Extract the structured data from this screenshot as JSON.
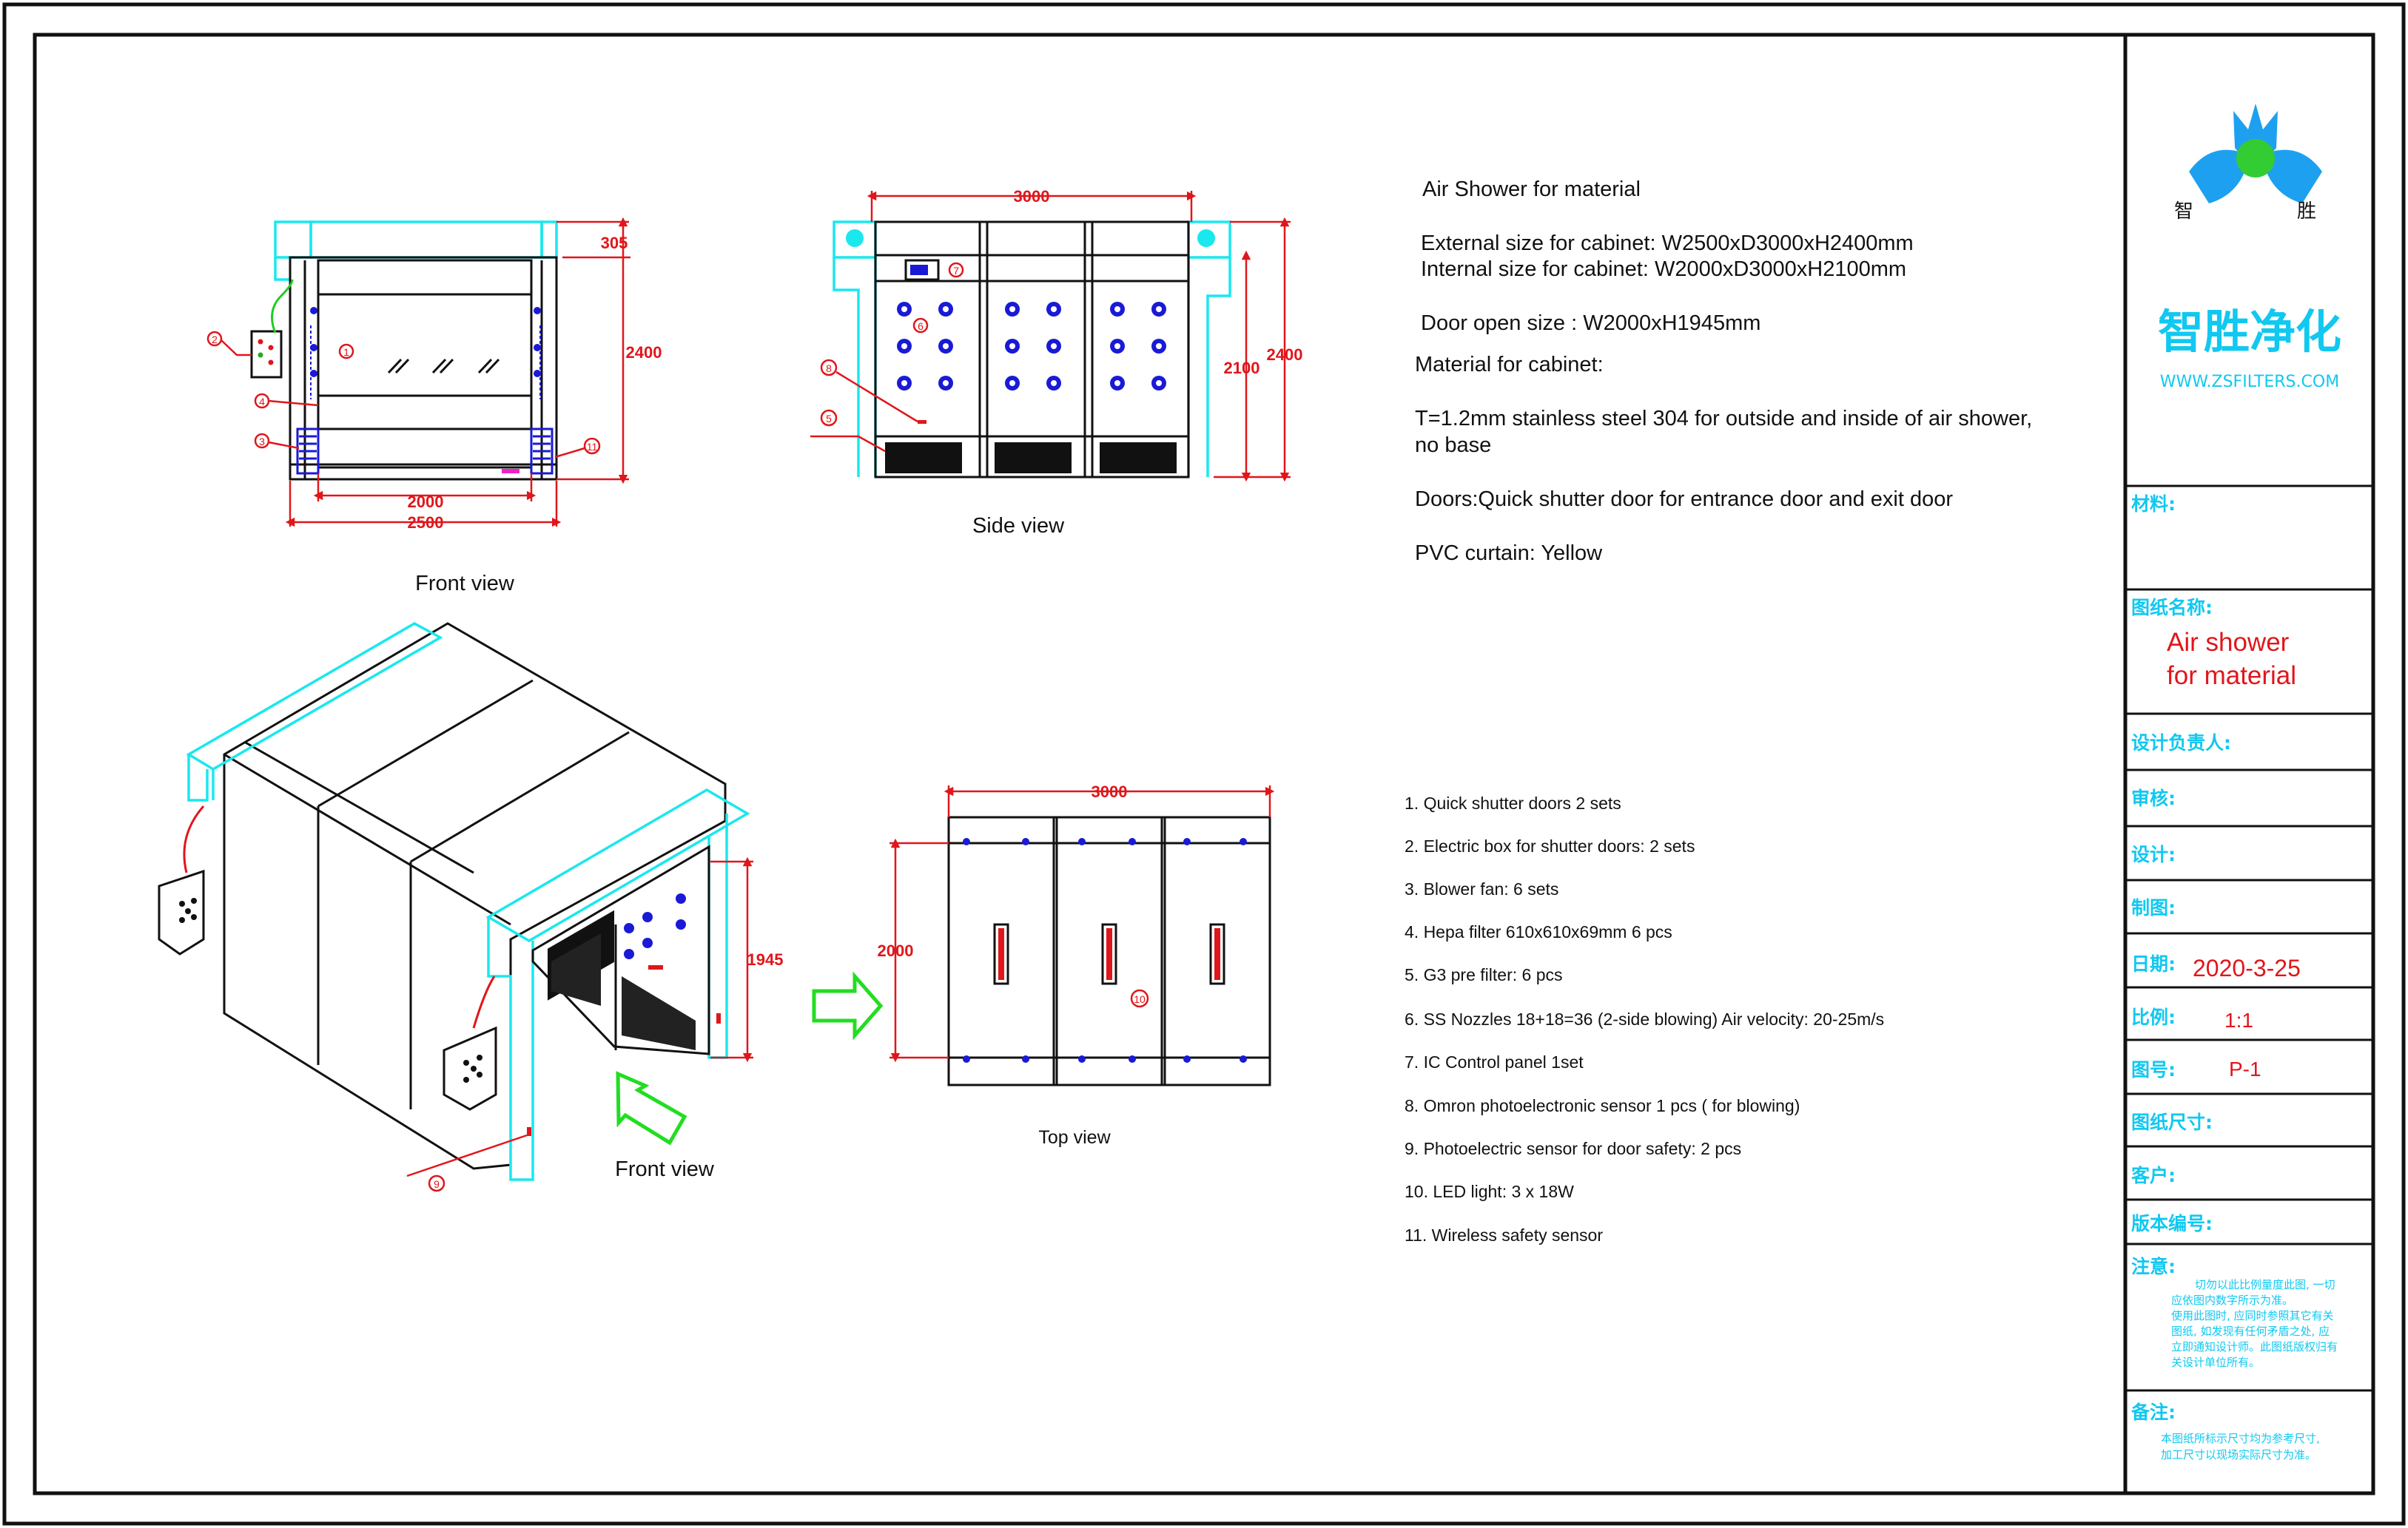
{
  "views": {
    "front_view_label": "Front view",
    "side_view_label": "Side view",
    "iso_view_label": "Front view",
    "top_view_label": "Top view"
  },
  "dimensions": {
    "front_width_inner": "2000",
    "front_width_outer": "2500",
    "front_height": "2400",
    "front_top_offset": "305",
    "side_length": "3000",
    "side_height_outer": "2400",
    "side_height_inner": "2100",
    "door_height": "1945",
    "top_length": "3000",
    "top_width": "2000"
  },
  "callouts": [
    "1",
    "2",
    "3",
    "4",
    "5",
    "6",
    "7",
    "8",
    "9",
    "10",
    "11"
  ],
  "specs": {
    "title": "Air Shower for material",
    "external_size": "External size for cabinet: W2500xD3000xH2400mm",
    "internal_size": "Internal size for cabinet:  W2000xD3000xH2100mm",
    "door_open_size": "Door open size : W2000xH1945mm",
    "material_heading": "Material for cabinet:",
    "material_line1": "T=1.2mm stainless steel 304 for outside and inside of air shower,",
    "material_line2": "no base",
    "doors": "Doors:Quick shutter door for entrance door and exit door",
    "pvc": "PVC curtain: Yellow"
  },
  "parts_list": [
    "1. Quick shutter doors    2 sets",
    "2. Electric box for shutter doors: 2 sets",
    "3. Blower fan: 6 sets",
    "4. Hepa filter  610x610x69mm 6 pcs",
    "5. G3 pre filter:  6 pcs",
    "6. SS Nozzles  18+18=36 (2-side blowing)  Air velocity: 20-25m/s",
    "7. IC Control panel    1set",
    "8. Omron photoelectronic sensor    1 pcs ( for blowing)",
    "9. Photoelectric sensor for door safety: 2 pcs",
    "10. LED light: 3 x 18W",
    "11. Wireless safety sensor"
  ],
  "title_block": {
    "logo_char_left": "智",
    "logo_char_right": "胜",
    "company_name": "智胜净化",
    "website": "WWW.ZSFILTERS.COM",
    "material_label": "材料:",
    "drawing_name_label": "图纸名称:",
    "drawing_name_line1": "Air shower",
    "drawing_name_line2": "for material",
    "design_lead_label": "设计负责人:",
    "review_label": "审核:",
    "design_label": "设计:",
    "drafting_label": "制图:",
    "date_label": "日期:",
    "date_value": "2020-3-25",
    "scale_label": "比例:",
    "scale_value": "1:1",
    "drawing_no_label": "图号:",
    "drawing_no_value": "P-1",
    "paper_size_label": "图纸尺寸:",
    "client_label": "客户:",
    "version_label": "版本编号:",
    "notes_label": "注意:",
    "notes_line1": "切勿以此比例量度此图, 一切",
    "notes_line2": "应依图内数字所示为准。",
    "notes_line3": "使用此图时, 应同时参照其它有关",
    "notes_line4": "图纸, 如发现有任何矛盾之处, 应",
    "notes_line5": "立即通知设计师。此图纸版权归有",
    "notes_line6": "关设计单位所有。",
    "remarks_label": "备注:",
    "remarks_line1": "本图纸所标示尺寸均为参考尺寸,",
    "remarks_line2": "加工尺寸以现场实际尺寸为准。"
  },
  "colors": {
    "outline": "#111111",
    "cyan_frame": "#19e8ee",
    "dimension_red": "#e0161b",
    "nozzle_blue": "#1a1ad6",
    "arrow_green": "#22dd22",
    "logo_blue": "#1ea0f0",
    "logo_green": "#33cc33"
  }
}
